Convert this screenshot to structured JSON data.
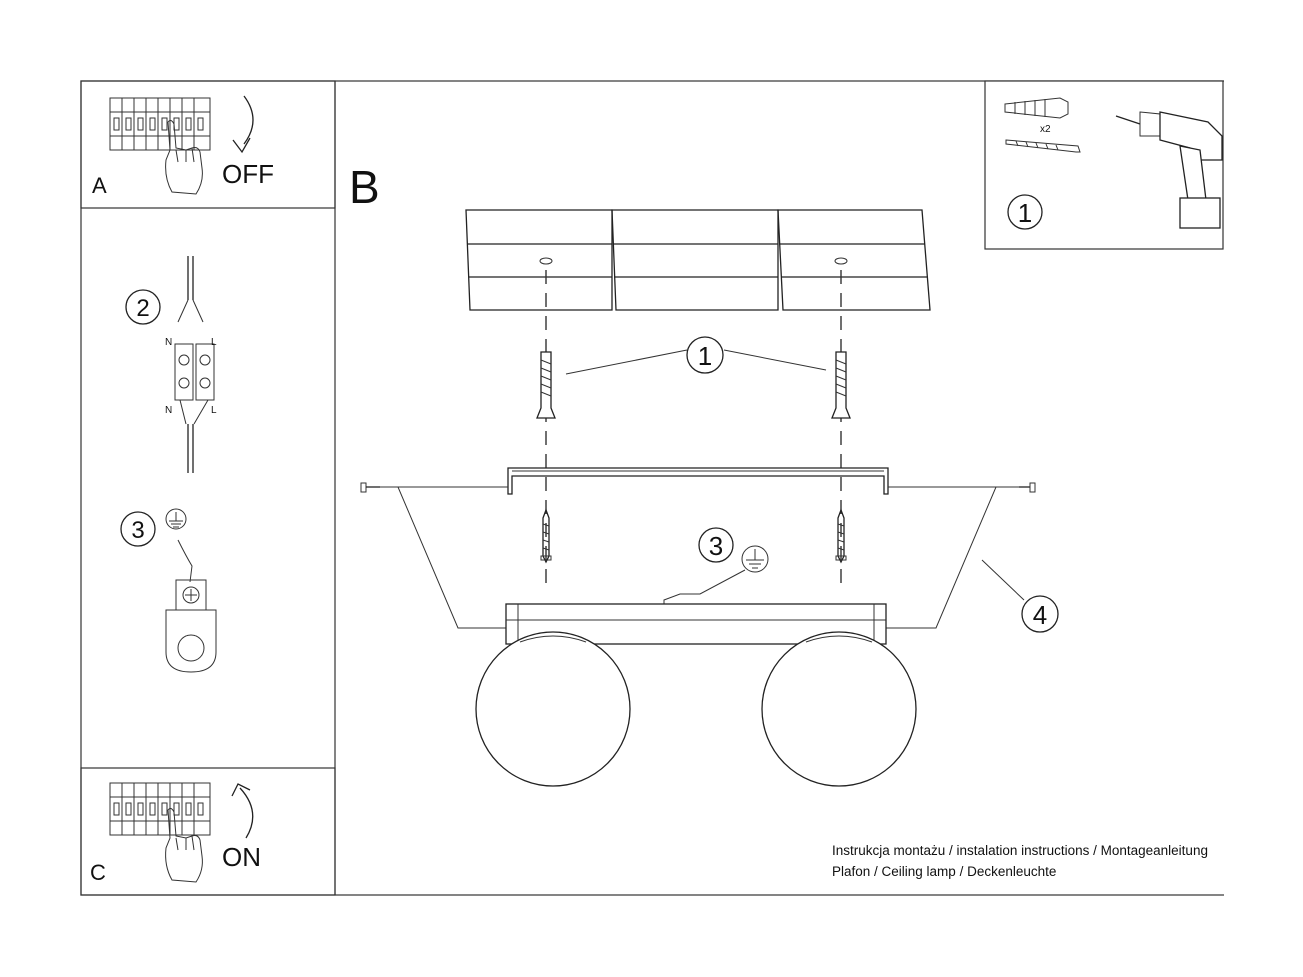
{
  "panel_a": {
    "letter": "A",
    "switch_label": "OFF"
  },
  "panel_c": {
    "letter": "C",
    "switch_label": "ON"
  },
  "main": {
    "letter": "B"
  },
  "side_steps": {
    "wiring_number": "2",
    "n_top": "N",
    "l_top": "L",
    "n_bottom": "N",
    "l_bottom": "L",
    "earth_number": "3"
  },
  "tools_box": {
    "quantity": "x2",
    "number": "1"
  },
  "callouts": {
    "anchors": "1",
    "earth": "3",
    "cables": "4"
  },
  "footer": {
    "line1": "Instrukcja montażu / instalation instructions / Montageanleitung",
    "line2": "Plafon / Ceiling lamp / Deckenleuchte"
  }
}
